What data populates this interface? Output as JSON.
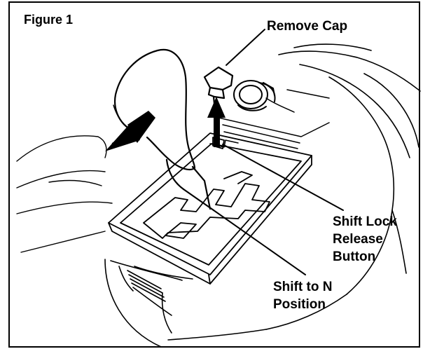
{
  "figure": {
    "title": "Figure 1"
  },
  "callouts": {
    "remove_cap": "Remove Cap",
    "shift_lock": {
      "line1": "Shift Lock",
      "line2": "Release",
      "line3": "Button"
    },
    "shift_n": {
      "line1": "Shift to N",
      "line2": "Position"
    }
  },
  "colors": {
    "ink": "#000000",
    "paper": "#ffffff"
  },
  "icons": {
    "direction_arrow": "arrow-down-left-icon",
    "lift_arrow": "arrow-up-icon"
  }
}
